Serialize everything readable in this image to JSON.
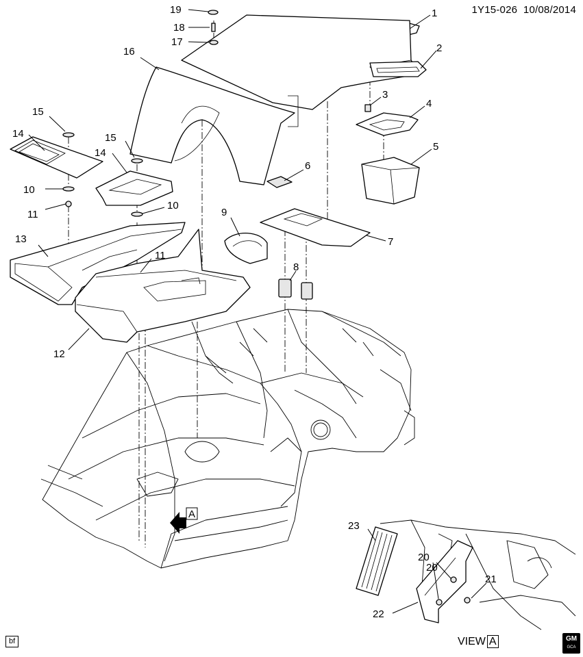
{
  "header": {
    "doc_id": "1Y15-026",
    "date": "10/08/2014"
  },
  "footer": {
    "bf_tag": "bf",
    "view_label": "VIEW",
    "view_letter": "A",
    "logo_text": "GM",
    "logo_sub": "GCA"
  },
  "inline_view_marker": "A",
  "callouts": [
    "1",
    "2",
    "3",
    "4",
    "5",
    "6",
    "7",
    "8",
    "9",
    "10",
    "10",
    "11",
    "11",
    "12",
    "13",
    "14",
    "14",
    "15",
    "15",
    "16",
    "17",
    "18",
    "19",
    "20",
    "20",
    "21",
    "22",
    "23"
  ]
}
